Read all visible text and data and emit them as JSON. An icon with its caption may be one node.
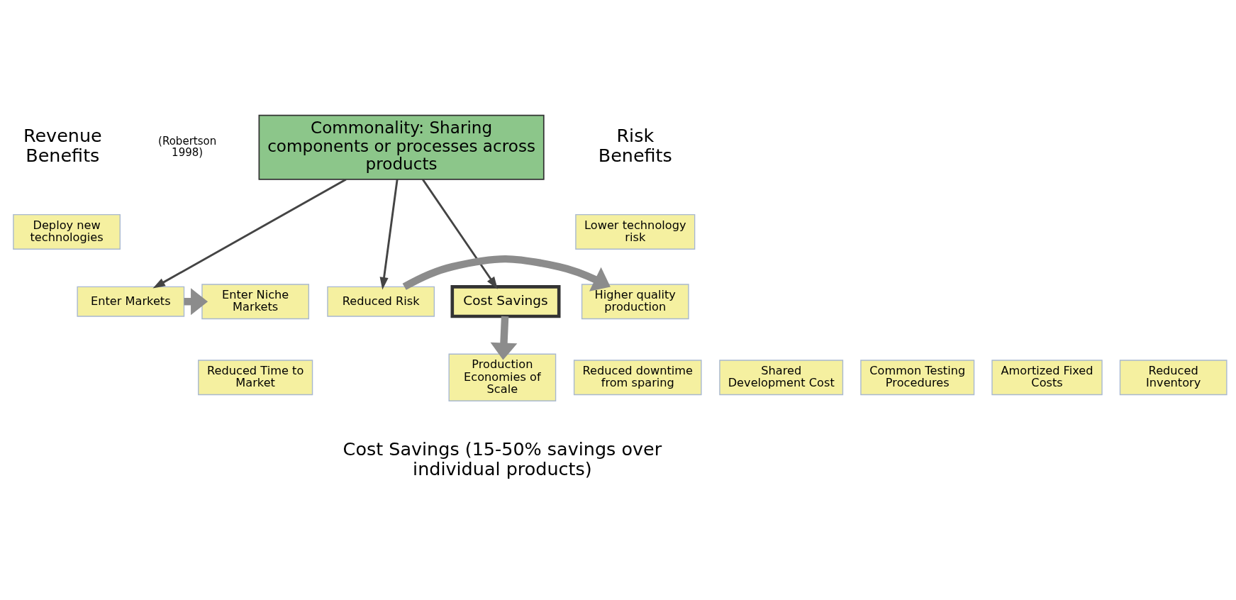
{
  "diagram": {
    "nodes": [
      {
        "text": [
          "Commonality: Sharing components or processes across products"
        ]
      },
      {
        "text": [
          "Deploy new technologies"
        ]
      },
      {
        "text": [
          "Enter Niche Markets"
        ]
      },
      {
        "text": [
          "Reduced Time to Market"
        ]
      },
      {
        "text": [
          "Lower technology risk"
        ]
      },
      {
        "text": [
          "Higher quality production"
        ]
      },
      {
        "text": [
          "Reduced downtime from sparing"
        ]
      },
      {
        "text": [
          "Enter Markets"
        ]
      },
      {
        "text": [
          "Cost Savings"
        ]
      },
      {
        "text": [
          "Reduced Risk"
        ]
      },
      {
        "text": [
          "Shared Development Cost"
        ]
      },
      {
        "text": [
          "Common Testing Procedures"
        ]
      },
      {
        "text": [
          "Production Economies of Scale"
        ]
      },
      {
        "text": [
          "Amortized Fixed Costs"
        ]
      },
      {
        "text": [
          "Reduced Inventory"
        ]
      }
    ],
    "edges": [
      {
        "from": 0,
        "to": 7,
        "arrow": "to"
      },
      {
        "from": 0,
        "to": 8,
        "arrow": "to"
      },
      {
        "from": 0,
        "to": 9,
        "arrow": "to"
      },
      {
        "from": 7,
        "to": 2,
        "arrow": "to",
        "style": "thick",
        "color": "#8c8c8c"
      },
      {
        "from": 9,
        "to": 5,
        "arrow": "to",
        "style": "thick",
        "color": "#8c8c8c"
      },
      {
        "from": 8,
        "to": 12,
        "arrow": "to",
        "style": "thick",
        "color": "#8c8c8c"
      }
    ],
    "labels": [
      "Revenue Benefits",
      "(Robertson 1998)",
      "Risk Benefits",
      "Cost Savings (15-50% savings over individual products)"
    ]
  }
}
